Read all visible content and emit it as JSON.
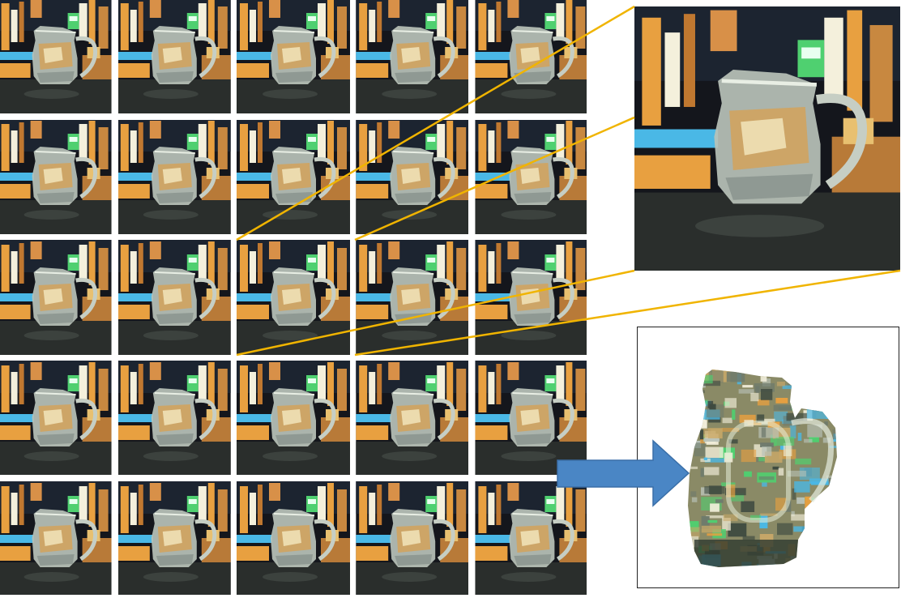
{
  "grid": {
    "rows": 5,
    "cols": 5
  },
  "highlight": {
    "row": 2,
    "col": 2,
    "colSpan": 2
  },
  "colors": {
    "connector": "#f0b400",
    "arrow_fill": "#4a86c5",
    "arrow_stroke": "#3a6fa8",
    "frame_border": "#222222",
    "bg_dark": "#14161c",
    "floor": "#2a2e2c",
    "glass": "#b9c2b8",
    "light_orange": "#e8a040",
    "light_green": "#4fd070",
    "light_blue": "#4ab8e6",
    "light_white": "#f4f0dc"
  },
  "icons": {
    "arrow": "right-arrow-icon",
    "subject": "glass-pitcher-icon"
  }
}
